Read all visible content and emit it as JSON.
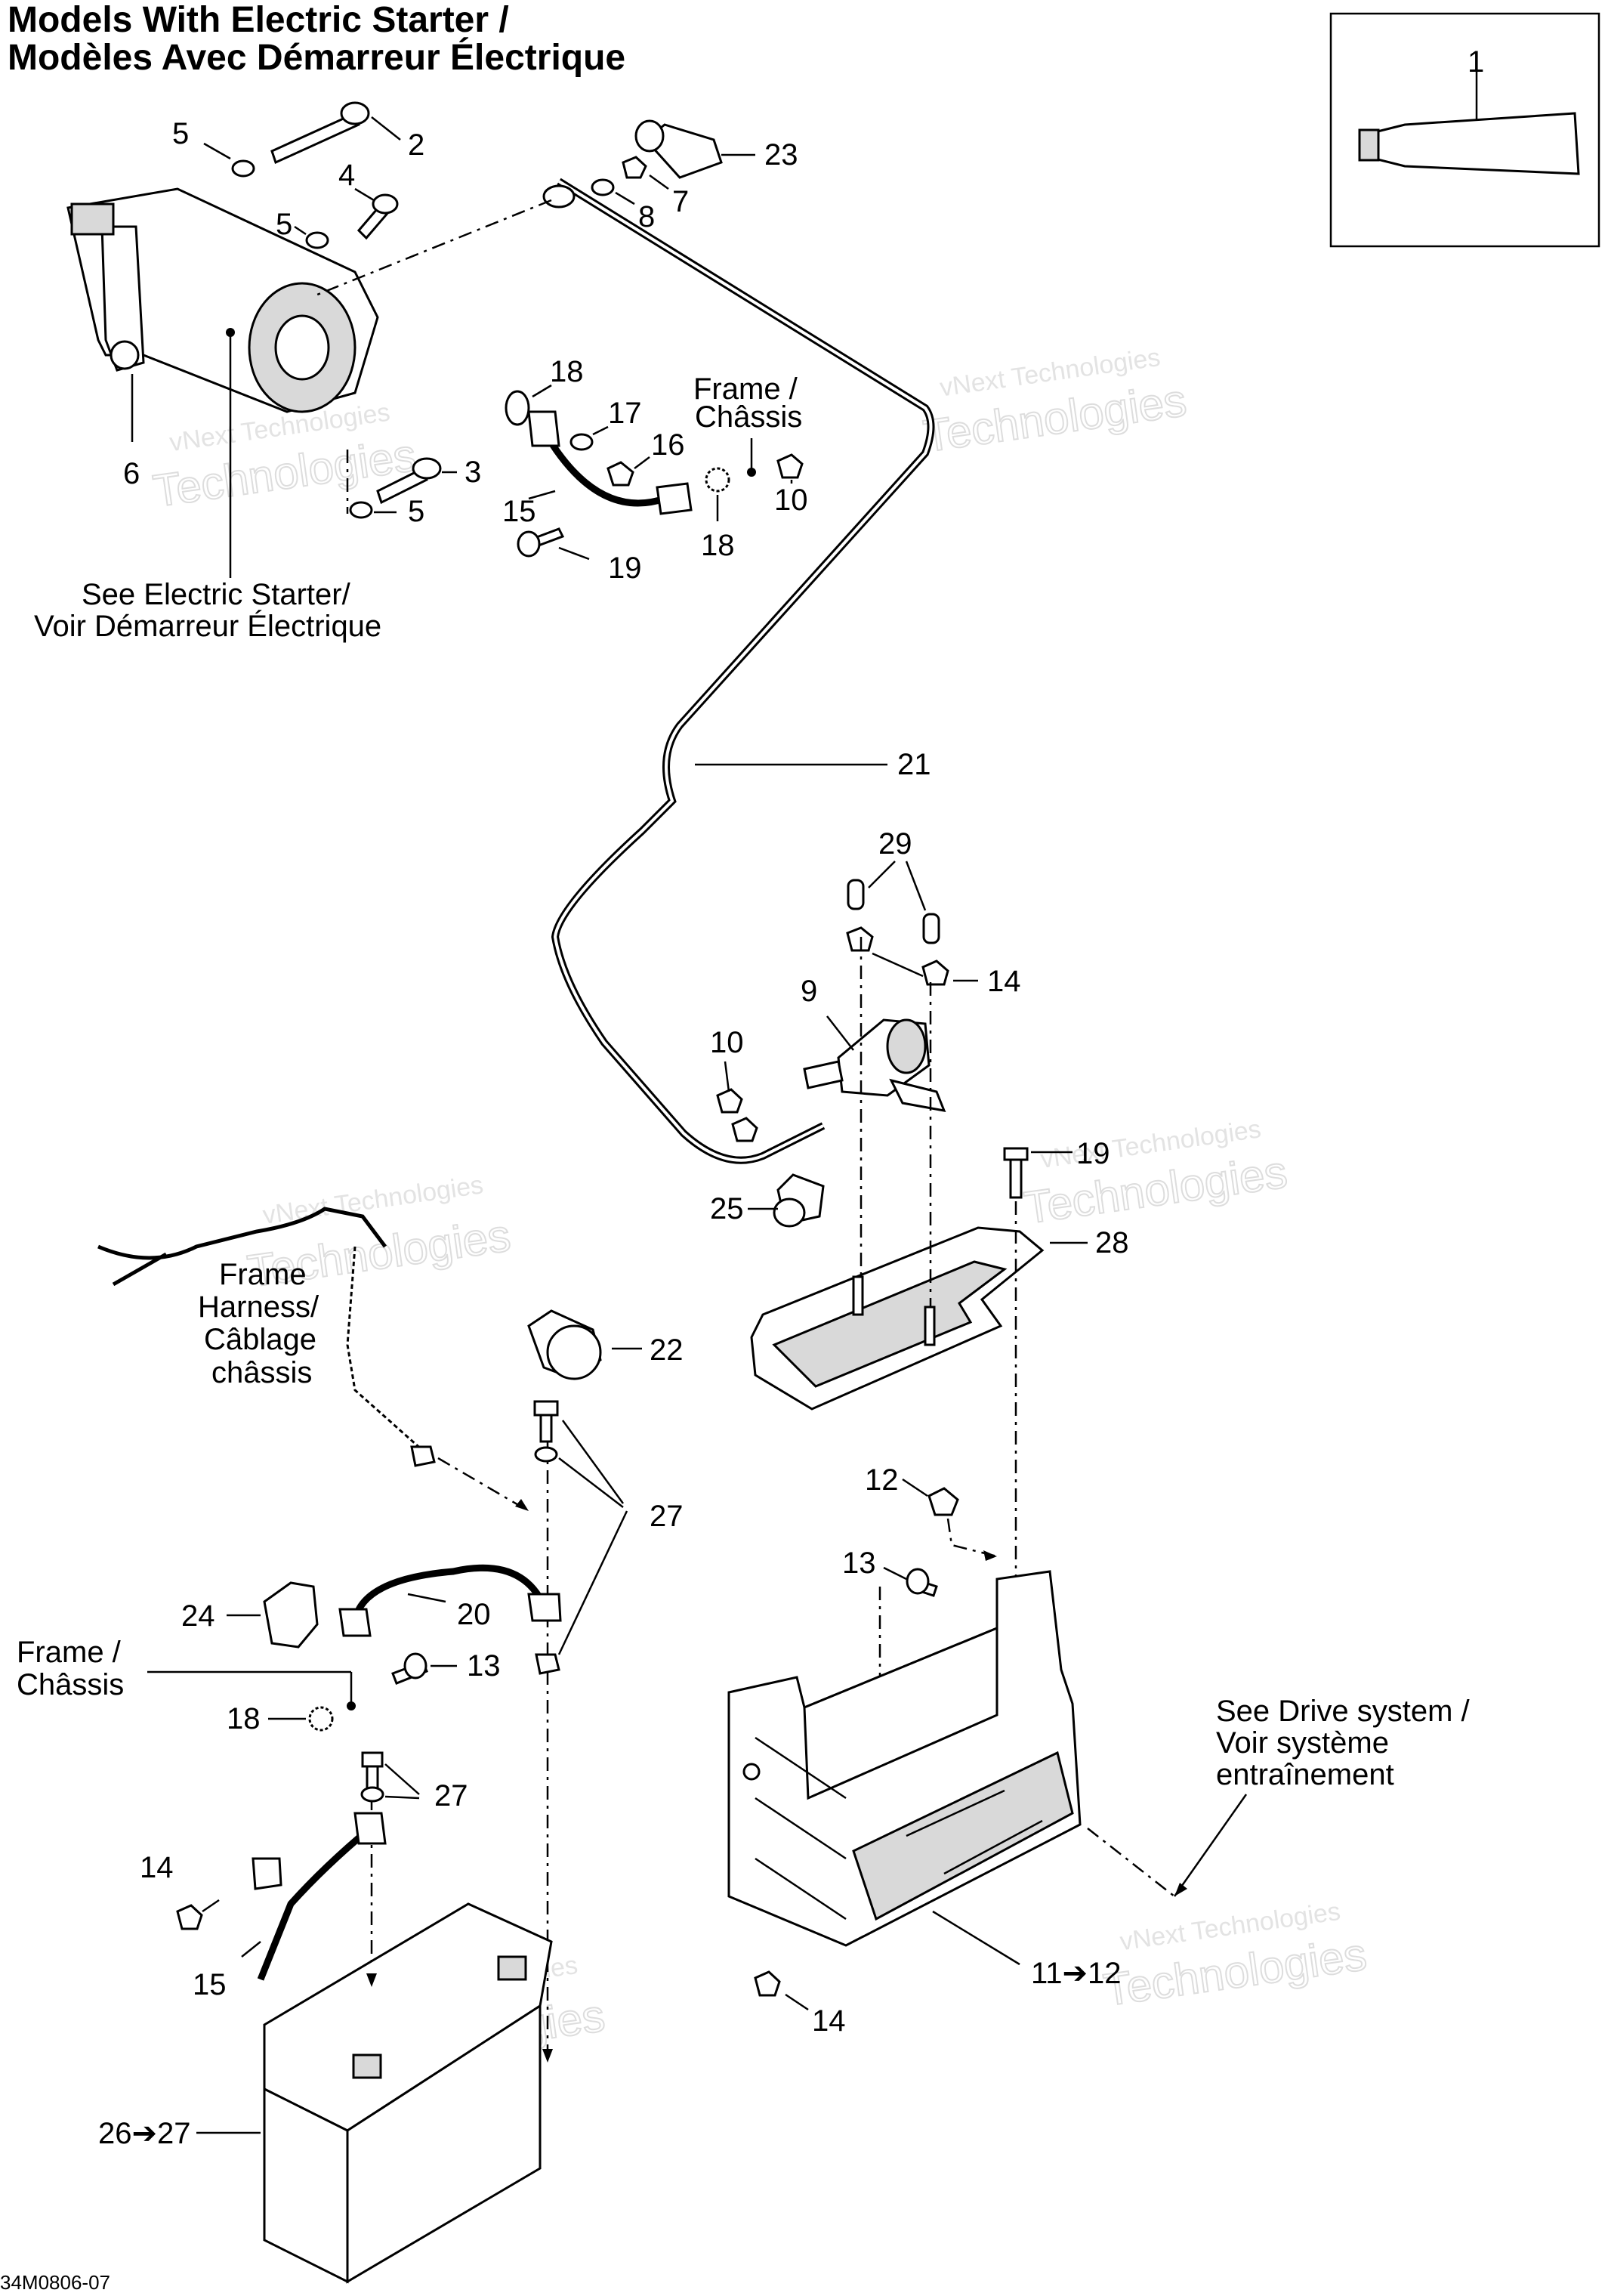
{
  "title": {
    "line1": "Models With Electric Starter /",
    "line2": "Modèles Avec Démarreur Électrique"
  },
  "reference_code": "34M0806-07",
  "watermark": {
    "line1": "vNext Technologies",
    "line2": "Technologies"
  },
  "notes": {
    "see_electric_starter": [
      "See Electric Starter/",
      "Voir Démarreur Électrique"
    ],
    "frame_top": [
      "Frame /",
      "Châssis"
    ],
    "frame_harness": [
      "Frame",
      "Harness/",
      "Câblage",
      "châssis"
    ],
    "frame_bottom": [
      "Frame /",
      "Châssis"
    ],
    "see_drive_system": [
      "See Drive system /",
      "Voir système",
      "entraînement"
    ]
  },
  "callouts": {
    "c1": "1",
    "c2": "2",
    "c3": "3",
    "c4": "4",
    "c5a": "5",
    "c5b": "5",
    "c5c": "5",
    "c6": "6",
    "c7": "7",
    "c8": "8",
    "c9": "9",
    "c10a": "10",
    "c10b": "10",
    "c11": "11➔12",
    "c12": "12",
    "c13a": "13",
    "c13b": "13",
    "c14a": "14",
    "c14b": "14",
    "c14c": "14",
    "c15a": "15",
    "c15b": "15",
    "c16": "16",
    "c17": "17",
    "c18a": "18",
    "c18b": "18",
    "c18c": "18",
    "c19a": "19",
    "c19b": "19",
    "c20": "20",
    "c21": "21",
    "c22": "22",
    "c23": "23",
    "c24": "24",
    "c25": "25",
    "c26": "26➔27",
    "c27a": "27",
    "c27b": "27",
    "c28": "28",
    "c29": "29"
  }
}
